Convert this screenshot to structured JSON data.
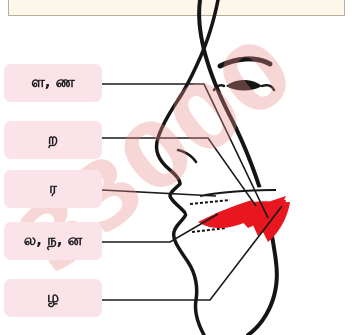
{
  "watermark": "33000",
  "labels": [
    {
      "id": "l1",
      "text": "ள, ண"
    },
    {
      "id": "l2",
      "text": "ற"
    },
    {
      "id": "l3",
      "text": "ர"
    },
    {
      "id": "l4",
      "text": "ல, ந, ன"
    },
    {
      "id": "l5",
      "text": "ழ"
    }
  ],
  "colors": {
    "label_background": "#fbe3ea",
    "tongue": "#e8171f",
    "line": "#1a1a1a",
    "watermark": "#e98b86"
  }
}
